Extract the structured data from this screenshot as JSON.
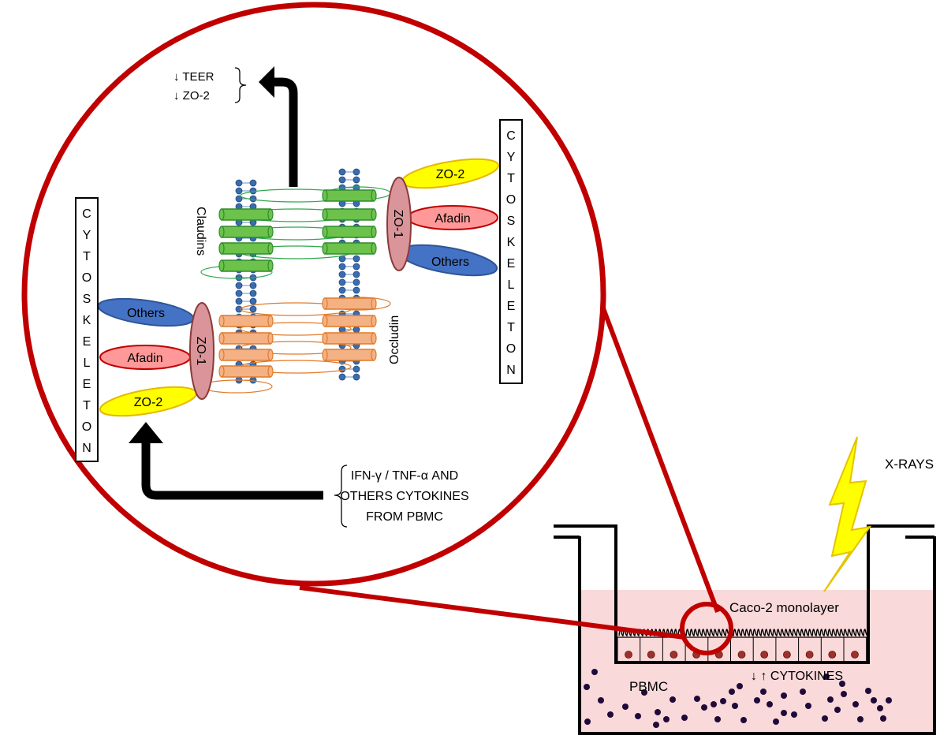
{
  "colors": {
    "zoom_red": "#c00000",
    "claudin_green": "#6cc24a",
    "occludin_orange": "#f4b183",
    "zo1_fill": "#d9959a",
    "zo2_fill": "#ffff00",
    "afadin_fill": "#ff9999",
    "others_fill": "#4472c4",
    "medium_pink": "#f9d9d9",
    "pbmc_dot": "#1f0a3a",
    "nucleus": "#a0302a",
    "xray_yellow": "#ffff00"
  },
  "icons": [
    "lightning-icon",
    "arrow-up-icon",
    "arrow-down-icon"
  ],
  "labels": {
    "cytoskeleton_left": [
      "C",
      "Y",
      "T",
      "O",
      "S",
      "K",
      "E",
      "L",
      "E",
      "T",
      "O",
      "N"
    ],
    "cytoskeleton_right": [
      "C",
      "Y",
      "T",
      "O",
      "S",
      "K",
      "E",
      "L",
      "E",
      "T",
      "O",
      "N"
    ],
    "zo1": "ZO-1",
    "zo2": "ZO-2",
    "afadin": "Afadin",
    "others": "Others",
    "claudins": "Claudins",
    "occludin": "Occludin",
    "teer": "↓ TEER",
    "zo2_decrease": "↓ ZO-2",
    "cytokine_line1": "IFN-γ / TNF-α AND",
    "cytokine_line2": "OTHERS CYTOKINES",
    "cytokine_line3": "FROM PBMC",
    "xrays": "X-RAYS",
    "caco2": "Caco-2 monolayer",
    "pbmc": "PBMC",
    "cytokines_arrows": "↓ ↑ CYTOKINES"
  }
}
